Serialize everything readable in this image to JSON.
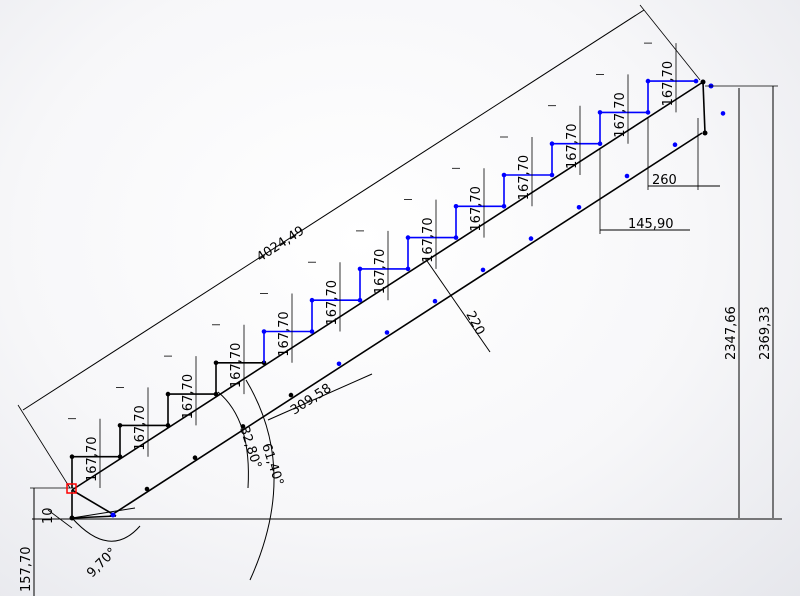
{
  "drawing": {
    "step_count": 13,
    "rise": "167,70",
    "total_length": "4024,49",
    "tread": "260",
    "tread_inner": "145,90",
    "stringer_width": "220",
    "offset": "309,58",
    "angle_pitch": "32,80°",
    "angle_total": "61,40°",
    "angle_base": "9,70°",
    "base_height": "157,70",
    "base_gap": "10",
    "height_inner": "2347,66",
    "height_outer": "2369,33"
  },
  "colors": {
    "line": "#000000",
    "blue": "#0000ff",
    "red": "#ff0000",
    "gray": "#9a9a9a"
  }
}
